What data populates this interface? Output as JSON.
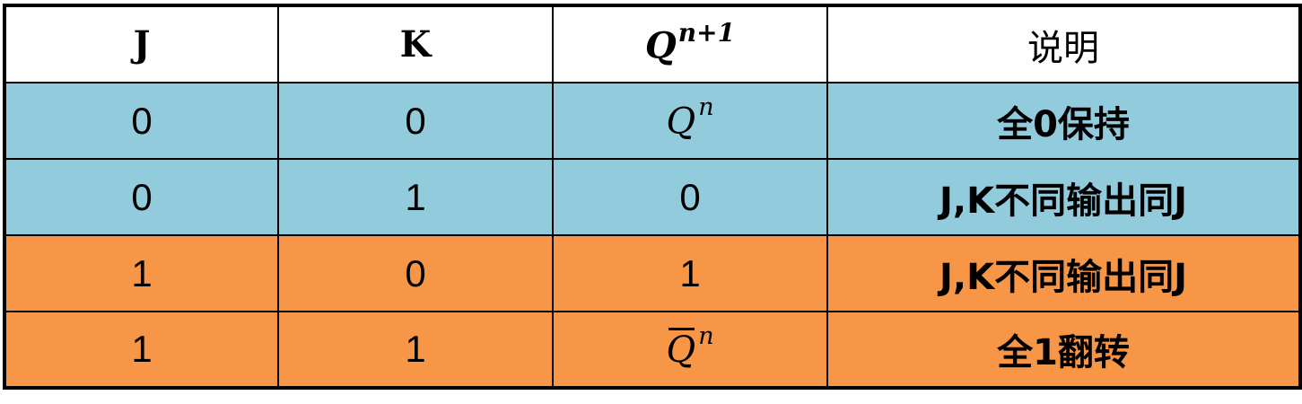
{
  "colors": {
    "blue_row": "#92cbdc",
    "orange_row": "#f79646",
    "header": "#ffffff",
    "border": "#000000"
  },
  "headers": {
    "j": "J",
    "k": "K",
    "q_base": "Q",
    "q_sup": "n+1",
    "note": "说明"
  },
  "rows": [
    {
      "j": "0",
      "k": "0",
      "q_base": "Q",
      "q_sup": "n",
      "q_bar": false,
      "note": "全0保持",
      "color": "blue"
    },
    {
      "j": "0",
      "k": "1",
      "q_value": "0",
      "note": "J,K不同输出同J",
      "color": "blue"
    },
    {
      "j": "1",
      "k": "0",
      "q_value": "1",
      "note": "J,K不同输出同J",
      "color": "orange"
    },
    {
      "j": "1",
      "k": "1",
      "q_base": "Q",
      "q_sup": "n",
      "q_bar": true,
      "note": "全1翻转",
      "color": "orange"
    }
  ]
}
